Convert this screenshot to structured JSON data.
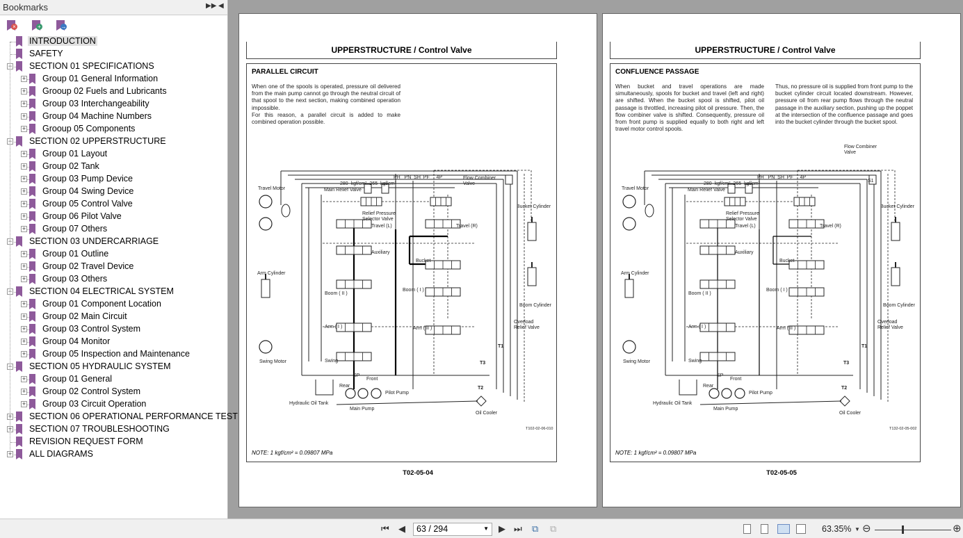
{
  "sidebar": {
    "title": "Bookmarks",
    "expand_icon": "double-arrow-right",
    "collapse_icon": "arrow-left",
    "tool_icons": [
      "delete-bookmark-icon",
      "add-bookmark-icon",
      "go-to-bookmark-icon"
    ],
    "items": [
      {
        "label": "INTRODUCTION",
        "level": 0,
        "exp": "",
        "selected": true
      },
      {
        "label": "SAFETY",
        "level": 0,
        "exp": ""
      },
      {
        "label": "SECTION 01 SPECIFICATIONS",
        "level": 0,
        "exp": "-"
      },
      {
        "label": "Group 01 General Information",
        "level": 1,
        "exp": "+"
      },
      {
        "label": "Grooup 02 Fuels and Lubricants",
        "level": 1,
        "exp": "+"
      },
      {
        "label": "Group 03 Interchangeability",
        "level": 1,
        "exp": "+"
      },
      {
        "label": "Group 04 Machine Numbers",
        "level": 1,
        "exp": "+"
      },
      {
        "label": "Grooup 05 Components",
        "level": 1,
        "exp": "+"
      },
      {
        "label": "SECTION 02 UPPERSTRUCTURE",
        "level": 0,
        "exp": "-"
      },
      {
        "label": "Group 01 Layout",
        "level": 1,
        "exp": "+"
      },
      {
        "label": "Group 02 Tank",
        "level": 1,
        "exp": "+"
      },
      {
        "label": "Group 03 Pump Device",
        "level": 1,
        "exp": "+"
      },
      {
        "label": "Group 04 Swing Device",
        "level": 1,
        "exp": "+"
      },
      {
        "label": "Group 05 Control Valve",
        "level": 1,
        "exp": "+"
      },
      {
        "label": "Group 06 Pilot Valve",
        "level": 1,
        "exp": "+"
      },
      {
        "label": "Group 07 Others",
        "level": 1,
        "exp": "+"
      },
      {
        "label": "SECTION 03 UNDERCARRIAGE",
        "level": 0,
        "exp": "-"
      },
      {
        "label": "Group 01 Outline",
        "level": 1,
        "exp": "+"
      },
      {
        "label": "Group 02 Travel Device",
        "level": 1,
        "exp": "+"
      },
      {
        "label": "Group 03 Others",
        "level": 1,
        "exp": "+"
      },
      {
        "label": "SECTION 04 ELECTRICAL SYSTEM",
        "level": 0,
        "exp": "-"
      },
      {
        "label": "Group 01 Component Location",
        "level": 1,
        "exp": "+"
      },
      {
        "label": "Group 02 Main Circuit",
        "level": 1,
        "exp": "+"
      },
      {
        "label": "Group 03 Control System",
        "level": 1,
        "exp": "+"
      },
      {
        "label": "Group 04 Monitor",
        "level": 1,
        "exp": "+"
      },
      {
        "label": "Group 05 Inspection and Maintenance",
        "level": 1,
        "exp": "+"
      },
      {
        "label": "SECTION 05 HYDRAULIC SYSTEM",
        "level": 0,
        "exp": "-"
      },
      {
        "label": "Group 01 General",
        "level": 1,
        "exp": "+"
      },
      {
        "label": "Group 02 Control System",
        "level": 1,
        "exp": "+"
      },
      {
        "label": "Group 03 Circuit Operation",
        "level": 1,
        "exp": "+"
      },
      {
        "label": "SECTION 06 OPERATIONAL PERFORMANCE TEST",
        "level": 0,
        "exp": "+"
      },
      {
        "label": "SECTION 07 TROUBLESHOOTING",
        "level": 0,
        "exp": "+"
      },
      {
        "label": "REVISION REQUEST FORM",
        "level": 0,
        "exp": ""
      },
      {
        "label": "ALL DIAGRAMS",
        "level": 0,
        "exp": "+"
      }
    ]
  },
  "pages": [
    {
      "header": "UPPERSTRUCTURE / Control Valve",
      "section_title": "PARALLEL CIRCUIT",
      "col1": "When one of the spools is operated, pressure oil delivered from the main pump cannot go through the neutral circuit of that spool to the next section, making combined operation impossible.\nFor this reason, a parallel circuit is added to make combined operation possible.",
      "col2": "",
      "labels": {
        "travel_motor": "Travel Motor",
        "pressures": "280  kgf/cm²  265  kgf/cm²",
        "ports": "PH   PN  SH  PF     4P",
        "flow_combiner": "Flow Combiner\nValve",
        "main_relief": "Main Relief Valve",
        "bucket_cyl": "Bucket Cylinder",
        "relief_sel": "Relief Pressure\nSelector Valve",
        "travel_l": "Travel (L)",
        "travel_r": "Travel (R)",
        "auxiliary": "Auxiliary",
        "bucket": "Bucket",
        "arm_cyl": "Arm Cylinder",
        "boom1": "Boom ( I )",
        "boom2": "Boom ( II )",
        "boom_cyl": "Boom Cylinder",
        "overload": "Overload\nRelief Valve",
        "arm1": "Arm ( I )",
        "arm2": "Arm ( II )",
        "t1": "T1",
        "swing_motor": "Swing Motor",
        "swing": "Swing",
        "t3": "T3",
        "sp": "SP",
        "front": "Front",
        "rear": "Rear",
        "t2": "T2",
        "pilot_pump": "Pilot Pump",
        "tank": "Hydraulic Oil Tank",
        "main_pump": "Main Pump",
        "oil_cooler": "Oil Cooler",
        "s1": "",
        "fig_id": "T102-02-06-010"
      },
      "note": "NOTE:  1   kgf/cm² = 0.09807   MPa",
      "footer": "T02-05-04"
    },
    {
      "header": "UPPERSTRUCTURE / Control Valve",
      "section_title": "CONFLUENCE PASSAGE",
      "col1": "When bucket and travel operations are made simultaneously, spools for bucket and travel (left and right) are shifted. When the bucket spool is shifted, pilot oil passage is throttled, increasing pilot oil pressure. Then, the flow combiner valve is shifted. Consequently, pressure oil from front pump is supplied equally to both right and left travel motor control spools.",
      "col2": "Thus, no pressure oil is supplied from front pump to the bucket cylinder circuit located downstream. However, pressure oil from rear pump flows through the neutral passage in the auxiliary section, pushing up the poppet at the intersection of the confluence passage and goes into the bucket cylinder through the bucket spool.",
      "labels": {
        "travel_motor": "Travel Motor",
        "pressures": "280  kgf/cm²  265  kgf/cm²",
        "ports": "PH   PN  SH  PF     4P",
        "flow_combiner": "Flow Combiner\nValve",
        "main_relief": "Main Relief Valve",
        "bucket_cyl": "Bucket Cylinder",
        "relief_sel": "Relief Pressure\nSelector Valve",
        "travel_l": "Travel (L)",
        "travel_r": "Travel (R)",
        "auxiliary": "Auxiliary",
        "bucket": "Bucket",
        "arm_cyl": "Arm Cylinder",
        "boom1": "Boom ( I )",
        "boom2": "Boom ( II )",
        "boom_cyl": "Boom Cylinder",
        "overload": "Overload\nRelief Valve",
        "arm1": "Arm ( I )",
        "arm2": "Arm ( II )",
        "t1": "T1",
        "swing_motor": "Swing Motor",
        "swing": "Swing",
        "t3": "T3",
        "sp": "SP",
        "front": "Front",
        "rear": "Rear",
        "t2": "T2",
        "pilot_pump": "Pilot Pump",
        "tank": "Hydraulic Oil Tank",
        "main_pump": "Main Pump",
        "oil_cooler": "Oil Cooler",
        "s1": "S1",
        "fig_id": "T132-02-05-002"
      },
      "note": "NOTE:  1   kgf/cm² = 0.09807   MPa",
      "footer": "T02-05-05"
    }
  ],
  "toolbar": {
    "page_value": "63 / 294",
    "zoom": "63.35%",
    "zoom_slider_fraction": 0.35,
    "icons": [
      "first-page-icon",
      "prev-page-icon",
      "next-page-icon",
      "last-page-icon",
      "previous-view-icon",
      "next-view-icon",
      "single-page-icon",
      "continuous-icon",
      "facing-icon",
      "continuous-facing-icon",
      "zoom-out-icon",
      "zoom-in-icon"
    ]
  }
}
